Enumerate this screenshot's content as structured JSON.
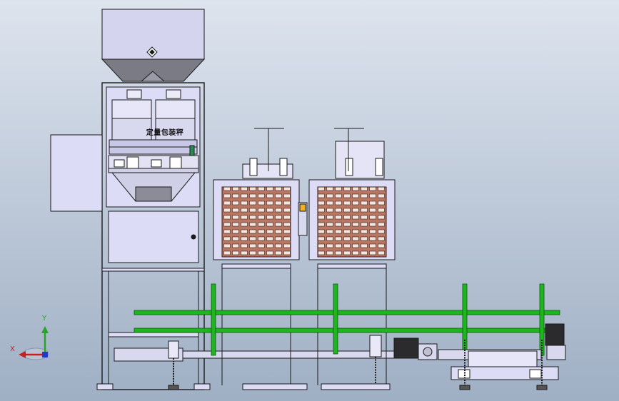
{
  "machine_label": "定量包装秤",
  "axis_triad": {
    "y_label": "Y",
    "x_label": "X"
  },
  "colors": {
    "background_top": "#dde4ee",
    "background_bottom": "#9fafc4",
    "frame_fill": "#dcdcf6",
    "frame_stroke": "#1a1a1a",
    "hopper": "#d0d0ee",
    "hopper_dark": "#6f6f7a",
    "sewing_panel": "#b97763",
    "conveyor_green": "#1fb51f",
    "axis_y": "#2aa32a",
    "axis_x": "#c81e1e",
    "axis_z": "#1e3cc8"
  },
  "icons": [
    "diamond-indicator-icon",
    "coordinate-axis-triad-icon"
  ]
}
